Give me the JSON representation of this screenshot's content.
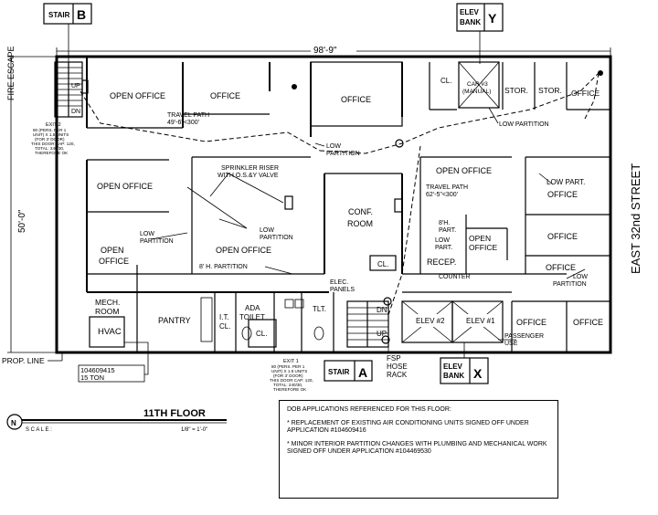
{
  "stairs": {
    "b": {
      "word": "STAIR",
      "letter": "B"
    },
    "a": {
      "word": "STAIR",
      "letter": "A"
    }
  },
  "elev_banks": {
    "y": {
      "line1": "ELEV",
      "line2": "BANK",
      "letter": "Y"
    },
    "x": {
      "line1": "ELEV",
      "line2": "BANK",
      "letter": "X"
    }
  },
  "dimensions": {
    "width": "98'-9\"",
    "depth": "50'-0\""
  },
  "street": "EAST 32nd STREET",
  "fire_escape": "FIRE ESCAPE",
  "prop_line": "PROP. LINE",
  "rooms": {
    "open_office_1": "OPEN OFFICE",
    "office_1": "OFFICE",
    "office_2": "OFFICE",
    "cl_1": "CL.",
    "car3_l1": "CAR #3",
    "car3_l2": "(MANUAL)",
    "stor_1": "STOR.",
    "stor_2": "STOR.",
    "office_3": "OFFICE",
    "open_office_2": "OPEN OFFICE",
    "open_office_3": "OPEN OFFICE",
    "office_4": "OFFICE",
    "open_office_4a": "OPEN",
    "open_office_4b": "OFFICE",
    "open_office_5": "OPEN OFFICE",
    "conf_1": "CONF.",
    "conf_2": "ROOM",
    "open_small_1": "OPEN",
    "open_small_2": "OFFICE",
    "recep": "RECEP.",
    "office_5": "OFFICE",
    "office_6": "OFFICE",
    "mech_1": "MECH.",
    "mech_2": "ROOM",
    "hvac": "HVAC",
    "pantry": "PANTRY",
    "it_1": "I.T.",
    "it_2": "CL.",
    "ada_1": "ADA",
    "ada_2": "TOILET",
    "cl_2": "CL.",
    "tlt": "TLT.",
    "cl_3": "CL.",
    "elec_1": "ELEC.",
    "elec_2": "PANELS",
    "elev2": "ELEV #2",
    "elev1": "ELEV #1",
    "office_7": "OFFICE",
    "office_8": "OFFICE"
  },
  "labels": {
    "travel1_l1": "TRAVEL PATH",
    "travel1_l2": "49'-6\"<300'",
    "travel2_l1": "TRAVEL PATH",
    "travel2_l2": "62'-5\"<300'",
    "low_partition_1a": "LOW",
    "low_partition_1b": "PARTITION",
    "low_partition_2": "LOW PARTITION",
    "sprinkler_l1": "SPRINKLER RISER",
    "sprinkler_l2": "WITH O.S.&Y VALVE",
    "low_partition_3a": "LOW",
    "low_partition_3b": "PARTITION",
    "low_partition_4a": "LOW",
    "low_partition_4b": "PARTITION",
    "h_partition": "8' H. PARTITION",
    "h_part_1": "8'H.",
    "h_part_2": "PART.",
    "low_part_1": "LOW",
    "low_part_2": "PART.",
    "low_part_r": "LOW PART.",
    "counter": "COUNTER",
    "low_partition_5a": "LOW",
    "low_partition_5b": "PARTITION",
    "up_b": "UP",
    "dn_b": "DN",
    "up_a": "UP",
    "dn_a": "DN",
    "fsp_1": "FSP",
    "fsp_2": "HOSE",
    "fsp_3": "RACK",
    "passenger_1": "PASSENGER",
    "passenger_2": "USE",
    "hvac_app_1": "104609415",
    "hvac_app_2": "15 TON"
  },
  "exit2": [
    "EXIT 2",
    "80 (PERS. PER 1",
    "UNIT) X 1.5 UNITS",
    "(FOR 3' DOOR)",
    "THIS DOOR CAP: 120,",
    "TOTAL: 240/30,",
    "THEREFORE OK"
  ],
  "exit1": [
    "EXIT 1",
    "80 (PERS. PER 1",
    "UNIT) X 1.5 UNITS",
    "(FOR 3' DOOR)",
    "THIS DOOR CAP: 120,",
    "TOTAL: 240/30,",
    "THEREFORE OK"
  ],
  "title": {
    "floor": "11TH FLOOR",
    "scale_label": "S C A L E :",
    "scale_value": "1/8\" = 1'-0\"",
    "north": "N"
  },
  "notes": {
    "heading": "DOB APPLICATIONS REFERENCED FOR THIS FLOOR:",
    "item1": "* REPLACEMENT OF EXISTING AIR CONDITIONING UNITS SIGNED OFF UNDER APPLICATION #104609416",
    "item2": "* MINOR INTERIOR PARTITION CHANGES WITH PLUMBING AND MECHANICAL WORK SIGNED OFF UNDER APPLICATION #104469530"
  }
}
